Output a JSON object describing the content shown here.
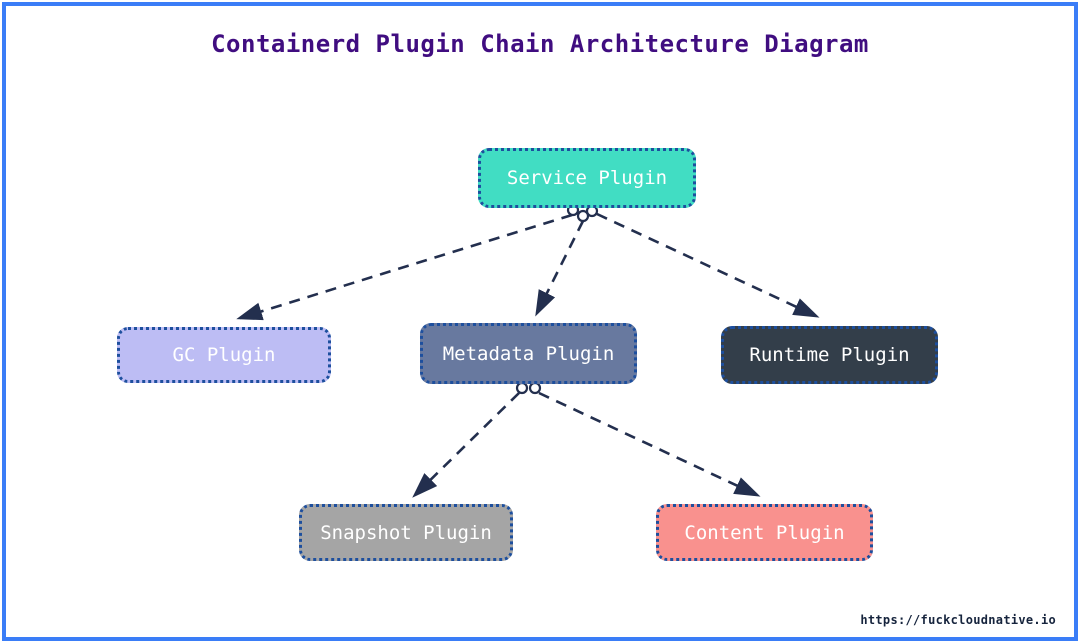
{
  "title": "Containerd Plugin Chain Architecture Diagram",
  "footer": {
    "url": "https://fuckcloudnative.io"
  },
  "colors": {
    "frame_border": "#3a7df7",
    "title_text": "#400d80",
    "node_border": "#1d4f9e",
    "edge": "#232f4e",
    "footer_text": "#16243d",
    "node_text": "#ffffff"
  },
  "diagram": {
    "type": "tree",
    "nodes": [
      {
        "id": "service-plugin",
        "label": "Service Plugin",
        "fill": "#41ddc3",
        "text": "#ffffff"
      },
      {
        "id": "gc-plugin",
        "label": "GC Plugin",
        "fill": "#bdbdf4",
        "text": "#ffffff"
      },
      {
        "id": "metadata-plugin",
        "label": "Metadata Plugin",
        "fill": "#68799f",
        "text": "#ffffff"
      },
      {
        "id": "runtime-plugin",
        "label": "Runtime Plugin",
        "fill": "#333e4a",
        "text": "#ffffff"
      },
      {
        "id": "snapshot-plugin",
        "label": "Snapshot Plugin",
        "fill": "#a5a5a5",
        "text": "#ffffff"
      },
      {
        "id": "content-plugin",
        "label": "Content Plugin",
        "fill": "#f9918e",
        "text": "#ffffff"
      }
    ],
    "edges": [
      {
        "from": "service-plugin",
        "to": "gc-plugin",
        "style": "dashed-arrow"
      },
      {
        "from": "service-plugin",
        "to": "metadata-plugin",
        "style": "dashed-arrow"
      },
      {
        "from": "service-plugin",
        "to": "runtime-plugin",
        "style": "dashed-arrow"
      },
      {
        "from": "metadata-plugin",
        "to": "snapshot-plugin",
        "style": "dashed-arrow"
      },
      {
        "from": "metadata-plugin",
        "to": "content-plugin",
        "style": "dashed-arrow"
      }
    ]
  }
}
